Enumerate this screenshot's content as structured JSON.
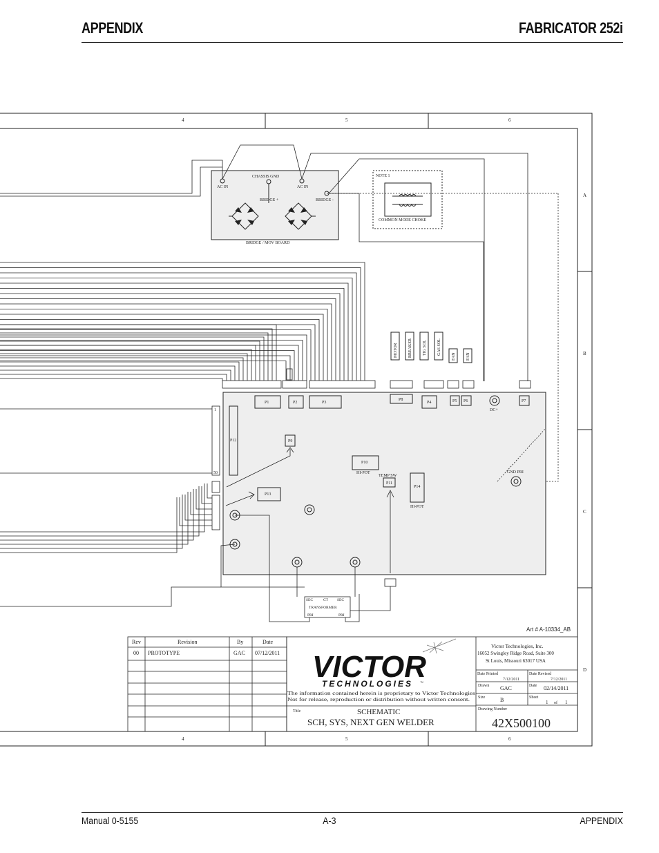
{
  "header": {
    "left": "APPENDIX",
    "right": "FABRICATOR 252i"
  },
  "footer": {
    "left": "Manual 0-5155",
    "center": "A-3",
    "right": "APPENDIX"
  },
  "border": {
    "cols": [
      "4",
      "5",
      "6"
    ],
    "rows": [
      "A",
      "B",
      "C",
      "D"
    ]
  },
  "schematic": {
    "chassis_gnd": "CHASSIS GND",
    "ac_in_1": "AC IN",
    "ac_in_2": "AC IN",
    "bridge_plus": "BRIDGE +",
    "bridge_minus": "BRIDGE -",
    "bridge_board": "BRIDGE / MOV BOARD",
    "note": "NOTE 1",
    "choke": "COMMON MODE CHOKE",
    "motor": "MOTOR",
    "breaker": "BREAKER",
    "tig_sol": "TIG SOL",
    "gas_sol": "GAS SOL",
    "fan1": "FAN",
    "fan2": "FAN",
    "p1": "P1",
    "p2": "P2",
    "p3": "P3",
    "p4": "P4",
    "p5": "P5",
    "p6": "P6",
    "p7": "P7",
    "p8": "P8",
    "p9": "P9",
    "p10": "P10",
    "p11": "P11",
    "p12": "P12",
    "p13": "P13",
    "p14": "P14",
    "dc_plus": "DC+",
    "gnd_pri": "GND PRI",
    "hi_pot_1": "HI-POT",
    "hi_pot_2": "HI-POT",
    "temp_sw": "TEMP SW",
    "p12_top": "1",
    "p12_bottom": "50",
    "sec_1": "SEC",
    "ct": "CT",
    "sec_2": "SEC",
    "transformer": "TRANSFORMER",
    "pri_1": "PRI",
    "pri_2": "PRI",
    "art_no": "Art # A-10334_AB"
  },
  "revision_table": {
    "headers": [
      "Rev",
      "Revision",
      "By",
      "Date"
    ],
    "rows": [
      {
        "rev": "00",
        "revision": "PROTOTYPE",
        "by": "GAC",
        "date": "07/12/2011"
      }
    ]
  },
  "title_block": {
    "logo_main": "VICTOR",
    "logo_sub": "TECHNOLOGIES",
    "trademark": "™",
    "proprietary_line1": "The information contained herein is proprietary to Victor Technologies",
    "proprietary_line2": "Not for release, reproduction or distribution without written consent.",
    "title_label": "Title",
    "title_line1": "SCHEMATIC",
    "title_line2": "SCH, SYS, NEXT GEN WELDER",
    "company": "Victor Technologies, Inc.",
    "address1": "16052 Swingley Ridge Road, Suite 300",
    "address2": "St Louis, Missouri 63017 USA",
    "date_printed_label": "Date Printed",
    "date_printed": "7/12/2011",
    "date_revised_label": "Date Revised",
    "date_revised": "7/12/2011",
    "drawn_label": "Drawn",
    "drawn": "GAC",
    "date_label": "Date",
    "date": "02/14/2011",
    "size_label": "Size",
    "size": "B",
    "sheet_label": "Sheet",
    "sheet_no": "1",
    "sheet_of": "of",
    "sheet_total": "1",
    "drawing_number_label": "Drawing Number",
    "drawing_number": "42X500100"
  }
}
